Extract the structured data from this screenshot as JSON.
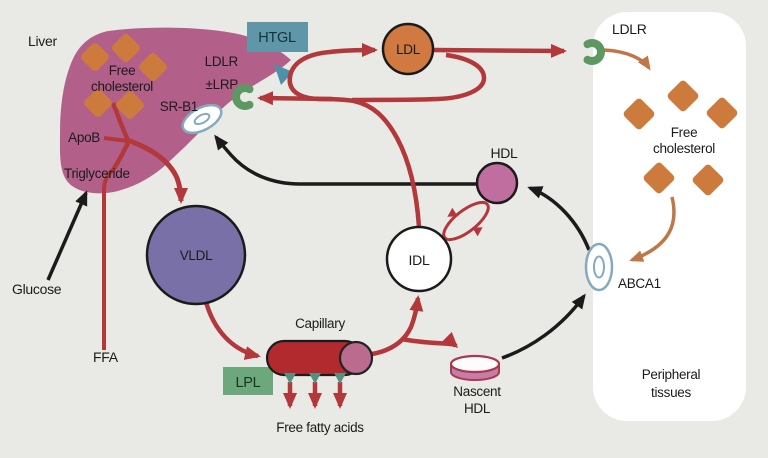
{
  "figure": {
    "description": "Lipoprotein metabolism pathway diagram"
  },
  "labels": {
    "liver": "Liver",
    "free_cholesterol": [
      "Free",
      "cholesterol"
    ],
    "apob": "ApoB",
    "triglyceride": "Triglyceride",
    "ldlr_liver": "LDLR",
    "lrp": "±LRP",
    "srb1": "SR-B1",
    "htgl": "HTGL",
    "ldl": "LDL",
    "vldl": "VLDL",
    "idl": "IDL",
    "hdl": "HDL",
    "glucose": "Glucose",
    "ffa": "FFA",
    "capillary": "Capillary",
    "lpl": "LPL",
    "free_fatty_acids": "Free fatty acids",
    "nascent_hdl": [
      "Nascent",
      "HDL"
    ],
    "ldlr_peripheral": "LDLR",
    "free_cholesterol_peripheral": [
      "Free",
      "cholesterol"
    ],
    "abca1": "ABCA1",
    "peripheral_tissues": [
      "Peripheral",
      "tissues"
    ]
  },
  "colors": {
    "background": "#e9e9e5",
    "liver": "#b2608a",
    "red_arrow": "#b2383b",
    "black_arrow": "#1b1b1b",
    "orange": "#cd7b3d",
    "orange_arrow": "#bf7747",
    "teal_box": "#5f97a9",
    "teal_wedge": "#4e90a5",
    "green_box": "#6da87c",
    "receptor_green": "#5d9762",
    "transporter_blue": "#85aabf",
    "ldl_fill": "#d07940",
    "vldl_fill": "#7a70a8",
    "hdl_fill": "#c06da0",
    "idl_fill": "#ffffff",
    "capillary_fill": "#b22a2e",
    "capillary_cap": "#bb6b8d",
    "nascent_hdl_fill": "#c77da5",
    "nascent_hdl_stroke": "#a63a50",
    "peripheral_box": "#ffffff",
    "text": "#1b1b1b"
  }
}
